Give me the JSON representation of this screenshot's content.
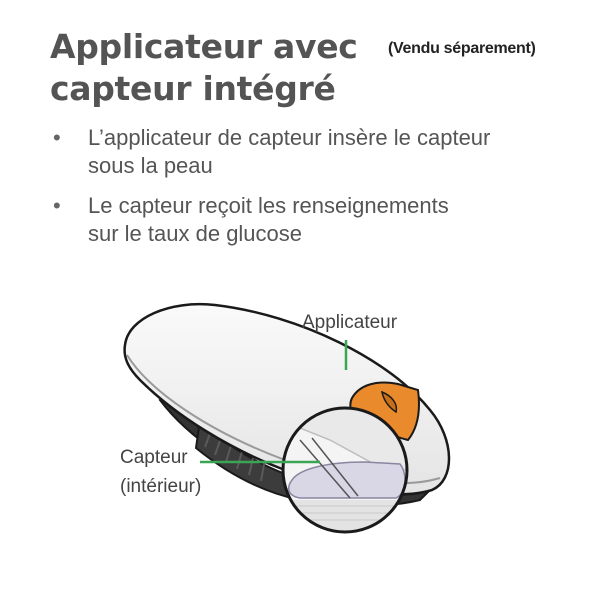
{
  "title": {
    "line1": "Applicateur avec",
    "line2": "capteur intégré"
  },
  "note": "(Vendu séparement)",
  "bullets": [
    {
      "line1": "L’applicateur de capteur insère le capteur",
      "line2": "sous la peau"
    },
    {
      "line1": "Le capteur reçoit les renseignements",
      "line2": "sur le taux de glucose"
    }
  ],
  "diagram": {
    "applicator_label": "Applicateur",
    "sensor_label_line1": "Capteur",
    "sensor_label_line2": "(intérieur)",
    "colors": {
      "leader_line": "#3aa655",
      "applicator_tab": "#e98a2c",
      "body_shell": "#f1f1f1",
      "base_dark": "#3a3a3a",
      "outline": "#1a1a1a"
    }
  }
}
